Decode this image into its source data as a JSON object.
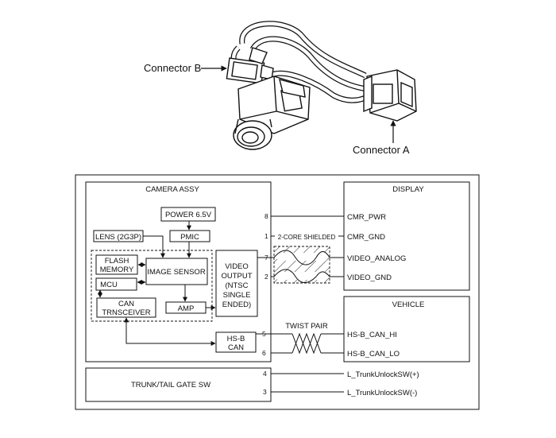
{
  "photo": {
    "connector_b": "Connector B",
    "connector_a": "Connector A"
  },
  "camera_assy": {
    "title": "CAMERA ASSY",
    "power": "POWER 6.5V",
    "pmic": "PMIC",
    "lens": "LENS (2G3P)",
    "flash_line1": "FLASH",
    "flash_line2": "MEMORY",
    "image_sensor": "IMAGE SENSOR",
    "mcu": "MCU",
    "can_line1": "CAN",
    "can_line2": "TRNSCEIVER",
    "amp": "AMP",
    "video_line1": "VIDEO",
    "video_line2": "OUTPUT",
    "video_line3": "(NTSC",
    "video_line4": "SINGLE",
    "video_line5": "ENDED)",
    "hsb_line1": "HS-B",
    "hsb_line2": "CAN"
  },
  "display": {
    "title": "DISPLAY",
    "cmr_pwr": "CMR_PWR",
    "cmr_gnd": "CMR_GND",
    "video_analog": "VIDEO_ANALOG",
    "video_gnd": "VIDEO_GND"
  },
  "vehicle": {
    "title": "VEHICLE",
    "can_hi": "HS-B_CAN_HI",
    "can_lo": "HS-B_CAN_LO"
  },
  "trunk": {
    "title": "TRUNK/TAIL GATE SW",
    "unlock_plus": "L_TrunkUnlockSW(+)",
    "unlock_minus": "L_TrunkUnlockSW(-)"
  },
  "wiring": {
    "shielded_label": "2-CORE SHIELDED",
    "twist_label": "TWIST PAIR",
    "pin_8": "8",
    "pin_1": "1",
    "pin_7": "7",
    "pin_2": "2",
    "pin_5": "5",
    "pin_6": "6",
    "pin_4": "4",
    "pin_3": "3"
  }
}
